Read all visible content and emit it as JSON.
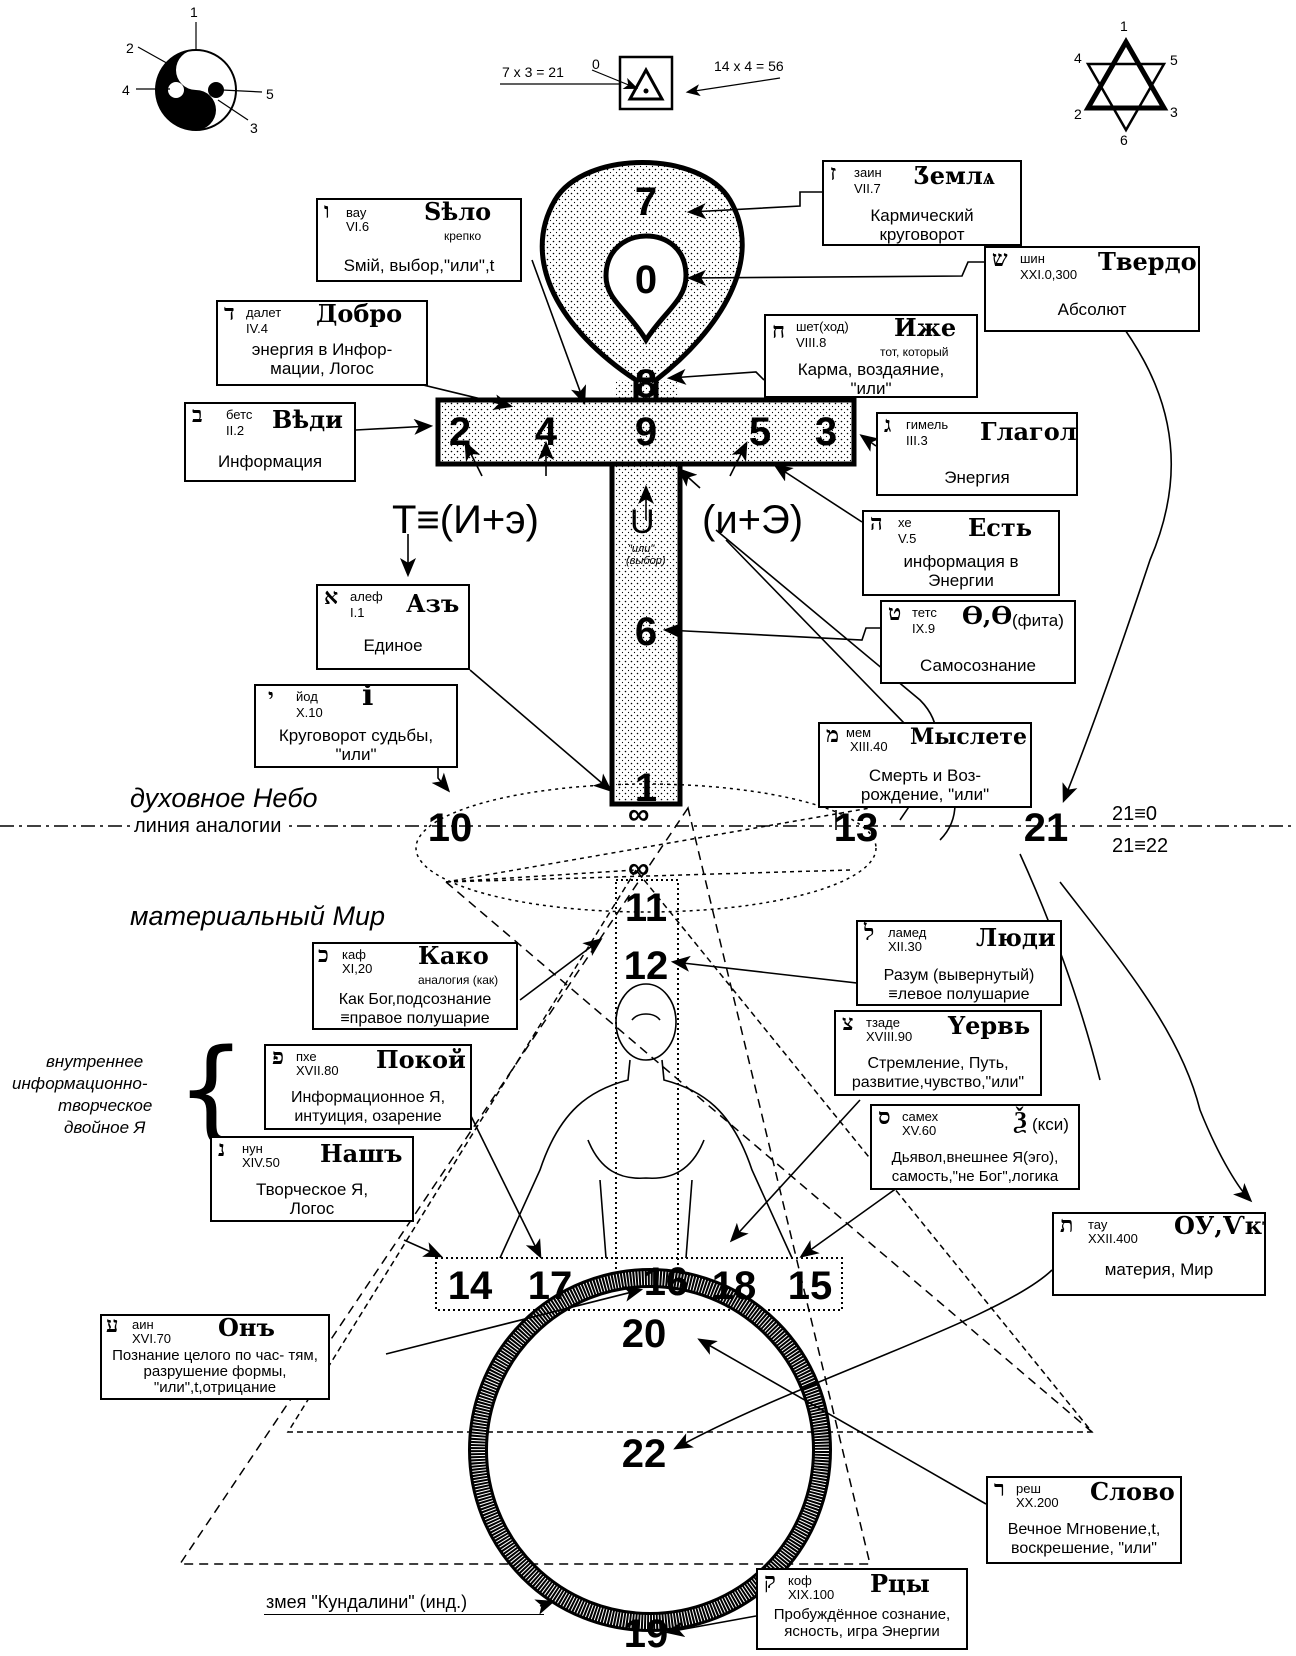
{
  "top": {
    "yinyang_nums": [
      "1",
      "2",
      "3",
      "4",
      "5"
    ],
    "formula_left": "7 x 3 = 21",
    "formula_zero": "0",
    "formula_right": "14 x 4 = 56",
    "star_nums": [
      "1",
      "2",
      "3",
      "4",
      "5",
      "6"
    ]
  },
  "ankh_numbers": [
    "7",
    "0",
    "8",
    "9",
    "2",
    "4",
    "5",
    "3",
    "6",
    "1"
  ],
  "formulas": {
    "left": "T≡(И+э)",
    "right": "(и+Э)",
    "union_symbol": "U",
    "union_note_1": "\"или\"",
    "union_note_2": "(выбор)"
  },
  "boxes": {
    "zemla": {
      "heb": "ז",
      "hname": "заин",
      "hnum": "VII.7",
      "slav": "Ʒемлѧ",
      "desc": "Кармический круговорот"
    },
    "zelo": {
      "heb": "ו",
      "hname": "вау",
      "hnum": "VI.6",
      "slav": "Ѕѣло",
      "sub": "крепко",
      "desc": "Ѕмій, выбор,\"или\",t"
    },
    "tverdo": {
      "heb": "ש",
      "hname": "шин",
      "hnum": "XXI.0,300",
      "slav": "Твердо",
      "desc": "Абсолют"
    },
    "dobro": {
      "heb": "ד",
      "hname": "далет",
      "hnum": "IV.4",
      "slav": "Добро",
      "desc": "энергия в Инфор- мации, Логос"
    },
    "izhe": {
      "heb": "ח",
      "hname": "шет(ход)",
      "hnum": "VIII.8",
      "slav": "Иже",
      "sub": "тот, который",
      "desc": "Карма, воздаяние, \"или\""
    },
    "vedi": {
      "heb": "ב",
      "hname": "бетс",
      "hnum": "II.2",
      "slav": "Вѣди",
      "desc": "Информация"
    },
    "glagol": {
      "heb": "ג",
      "hname": "гимель",
      "hnum": "III.3",
      "slav": "Глаголь",
      "desc": "Энергия"
    },
    "est": {
      "heb": "ה",
      "hname": "хе",
      "hnum": "V.5",
      "slav": "Есть",
      "desc": "информация в Энергии"
    },
    "az": {
      "heb": "א",
      "hname": "алеф",
      "hnum": "I.1",
      "slav": "Азъ",
      "desc": "Единое"
    },
    "fita": {
      "heb": "ט",
      "hname": "тетс",
      "hnum": "IX.9",
      "slav": "Ѳ,Ѳ",
      "sub2": "(фита)",
      "desc": "Самосознание"
    },
    "i": {
      "heb": "י",
      "hname": "йод",
      "hnum": "X.10",
      "slav": "і",
      "desc": "Круговорот судьбы, \"или\""
    },
    "myslete": {
      "heb": "מ",
      "hname": "мем",
      "hnum": "XIII.40",
      "slav": "Мыслете",
      "desc": "Смерть и Воз- рождение, \"или\""
    },
    "kako": {
      "heb": "כ",
      "hname": "каф",
      "hnum": "XI,20",
      "slav": "Како",
      "sub": "аналогия (как)",
      "desc": "Как Бог,подсознание ≡правое полушарие"
    },
    "lyudi": {
      "heb": "ל",
      "hname": "ламед",
      "hnum": "XII.30",
      "slav": "Люди",
      "desc": "Разум (вывернутый) ≡левое полушарие"
    },
    "cherv": {
      "heb": "צ",
      "hname": "тзаде",
      "hnum": "XVIII.90",
      "slav": "Үервь",
      "desc": "Стремление, Путь, развитие,чувство,\"или\""
    },
    "pokoy": {
      "heb": "פ",
      "hname": "пхе",
      "hnum": "XVII.80",
      "slav": "Покой",
      "desc": "Информационное Я, интуиция, озарение"
    },
    "ksi": {
      "heb": "ס",
      "hname": "самех",
      "hnum": "XV.60",
      "slav": "Ѯ",
      "sub2": "(кси)",
      "desc": "Дьявол,внешнее Я(эго), самость,\"не Бог\",логика"
    },
    "nash": {
      "heb": "נ",
      "hname": "нун",
      "hnum": "XIV.50",
      "slav": "Нашъ",
      "desc": "Творческое Я, Логос"
    },
    "uk": {
      "heb": "ת",
      "hname": "тау",
      "hnum": "XXII.400",
      "slav": "ОУ,Ѵкъ",
      "desc": "материя, Мир"
    },
    "on": {
      "heb": "ע",
      "hname": "аин",
      "hnum": "XVI.70",
      "slav": "Онъ",
      "desc": "Познание целого по час- тям, разрушение формы, \"или\",t,отрицание"
    },
    "slovo": {
      "heb": "ר",
      "hname": "реш",
      "hnum": "XX.200",
      "slav": "Слово",
      "desc": "Вечное Мгновение,t, воскрешение, \"или\""
    },
    "rtsy": {
      "heb": "ק",
      "hname": "коф",
      "hnum": "XIX.100",
      "slav": "Рцы",
      "desc": "Пробуждённое сознание, ясность, игра Энергии"
    }
  },
  "labels": {
    "sky": "духовное Небо",
    "analogy": "линия аналогии",
    "world": "материальный Мир",
    "eq_top": "21≡0",
    "eq_bottom": "21≡22",
    "inner_1": "внутреннее",
    "inner_2": "информационно-",
    "inner_3": "творческое",
    "inner_4": "двойное Я",
    "kundalini": "змея \"Кундалини\" (инд.)",
    "infinity": "∞"
  },
  "big_numbers": [
    "10",
    "13",
    "21",
    "11",
    "12",
    "14",
    "17",
    "16",
    "18",
    "15",
    "20",
    "22",
    "19"
  ]
}
